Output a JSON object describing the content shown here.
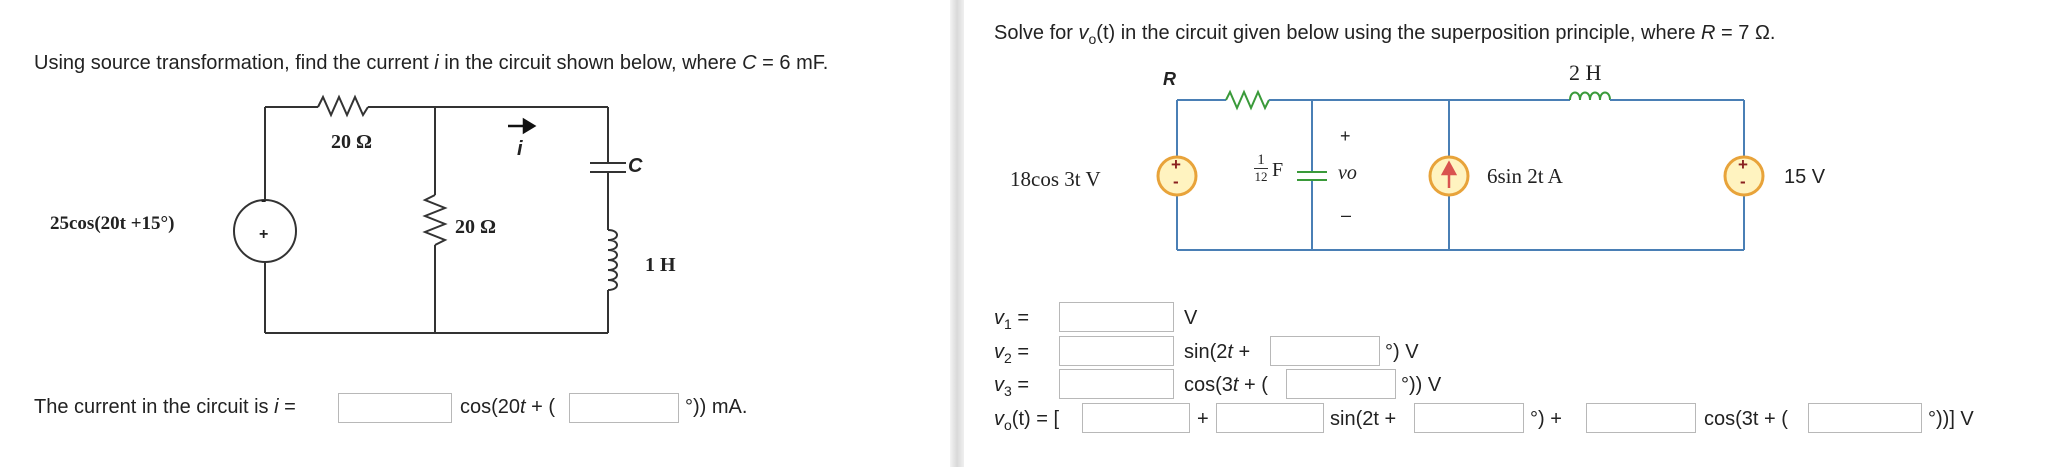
{
  "left": {
    "question": {
      "prefix": "Using source transformation, find the current ",
      "var": "i",
      "middle": " in the circuit shown below, where ",
      "cvar": "C",
      "suffix": " = 6 mF."
    },
    "circuit": {
      "source_label": "25cos(20t +15°)",
      "resistor_top_label": "20 Ω",
      "resistor_mid_label": "20 Ω",
      "current_label": "i",
      "capacitor_label": "C",
      "inductor_label": "1 H",
      "source_minus": "-",
      "source_plus": "+"
    },
    "answer": {
      "prefix": "The current in the circuit is ",
      "var": "i",
      "eq": " =",
      "mid": "cos(20",
      "t": "t",
      "mid2": " + (",
      "suffix": "°)) mA.",
      "amp_value": "",
      "phase_value": ""
    }
  },
  "right": {
    "question": {
      "prefix": "Solve for ",
      "var": "v",
      "sub": "o",
      "mid": "(t) in the circuit given below using the superposition principle, where ",
      "rvar": "R",
      "suffix": " = 7 Ω."
    },
    "circuit": {
      "r_label": "R",
      "inductor_label": "2 H",
      "vsource_label": "18cos 3t V",
      "cap_num": "1",
      "cap_den": "12",
      "cap_unit": "F",
      "vo_label": "vo",
      "vo_plus": "+",
      "vo_minus": "–",
      "isource_label": "6sin 2t A",
      "dc_label": "15 V",
      "plus": "+",
      "minus": "-"
    },
    "rows": {
      "v1": {
        "var": "v",
        "sub": "1",
        "eq": " =",
        "unit": "V"
      },
      "v2": {
        "var": "v",
        "sub": "2",
        "eq": " =",
        "text1": "sin(2",
        "t": "t",
        "text2": " +",
        "unit": "°) V"
      },
      "v3": {
        "var": "v",
        "sub": "3",
        "eq": " =",
        "text1": "cos(3",
        "t": "t",
        "text2": " + (",
        "unit": "°)) V"
      },
      "vo": {
        "var": "v",
        "sub": "o",
        "tpart": "(t) = [",
        "plus1": "+",
        "sin": "sin(2t +",
        "mid": "°) +",
        "cos": "cos(3t + (",
        "end": "°))] V"
      }
    },
    "colors": {
      "wire": "#4a7fb5",
      "source_fill": "#fff3c0",
      "source_stroke": "#d9534f",
      "source_ring": "#e8a33a",
      "sym": "#8a2020"
    }
  }
}
